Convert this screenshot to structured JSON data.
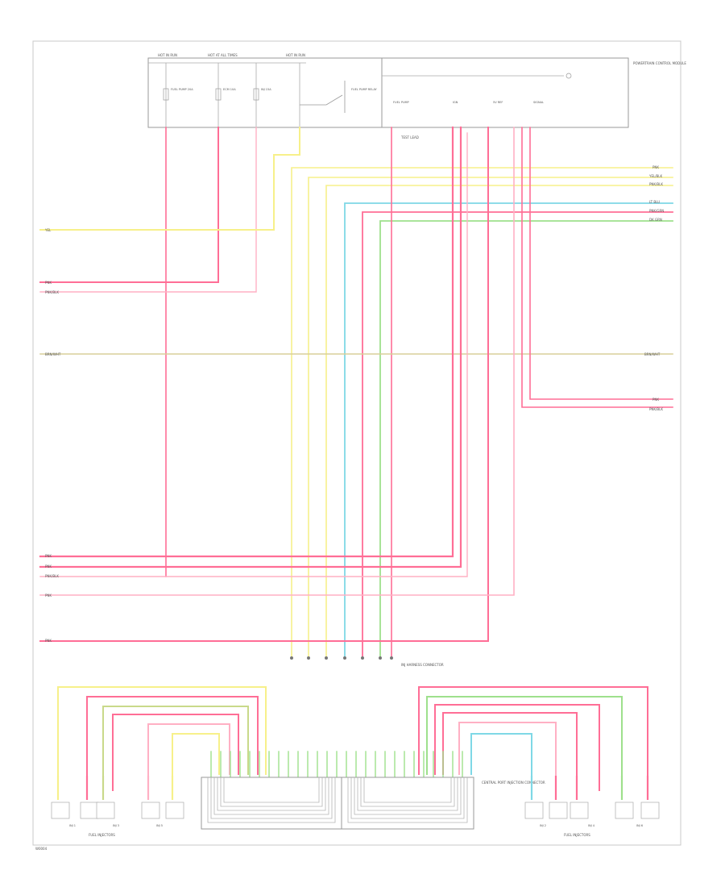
{
  "fuse_block": {
    "labels": [
      "HOT IN RUN",
      "HOT AT ALL TIMES",
      "HOT IN RUN"
    ],
    "fuses": [
      "FUEL PUMP 20A",
      "ECM 10A",
      "INJ 15A"
    ],
    "relay": "FUEL PUMP RELAY"
  },
  "control_module": {
    "title": "POWERTRAIN CONTROL MODULE",
    "pins": [
      "FUEL PUMP",
      "IGN",
      "5V REF",
      "SIGNAL"
    ],
    "note": "TEST LEAD"
  },
  "wire_labels": {
    "yellow": "YEL",
    "pink": "PNK",
    "pink_black": "PNK/BLK",
    "brown_black": "BRN/WHT",
    "light_blue": "LT BLU",
    "pink_green": "PNK/GRN",
    "dark_green": "DK GRN",
    "yellow_black": "YEL/BLK"
  },
  "connector_label": "INJ HARNESS CONNECTOR",
  "injector_module": {
    "label": "CENTRAL PORT INJECTION CONNECTOR"
  },
  "injectors_left": {
    "label": "FUEL INJECTORS",
    "items": [
      "INJ 1",
      "INJ 3",
      "INJ 5"
    ]
  },
  "injectors_right": {
    "label": "FUEL INJECTORS",
    "items": [
      "INJ 2",
      "INJ 4",
      "INJ 6"
    ]
  },
  "footer": "W0004"
}
